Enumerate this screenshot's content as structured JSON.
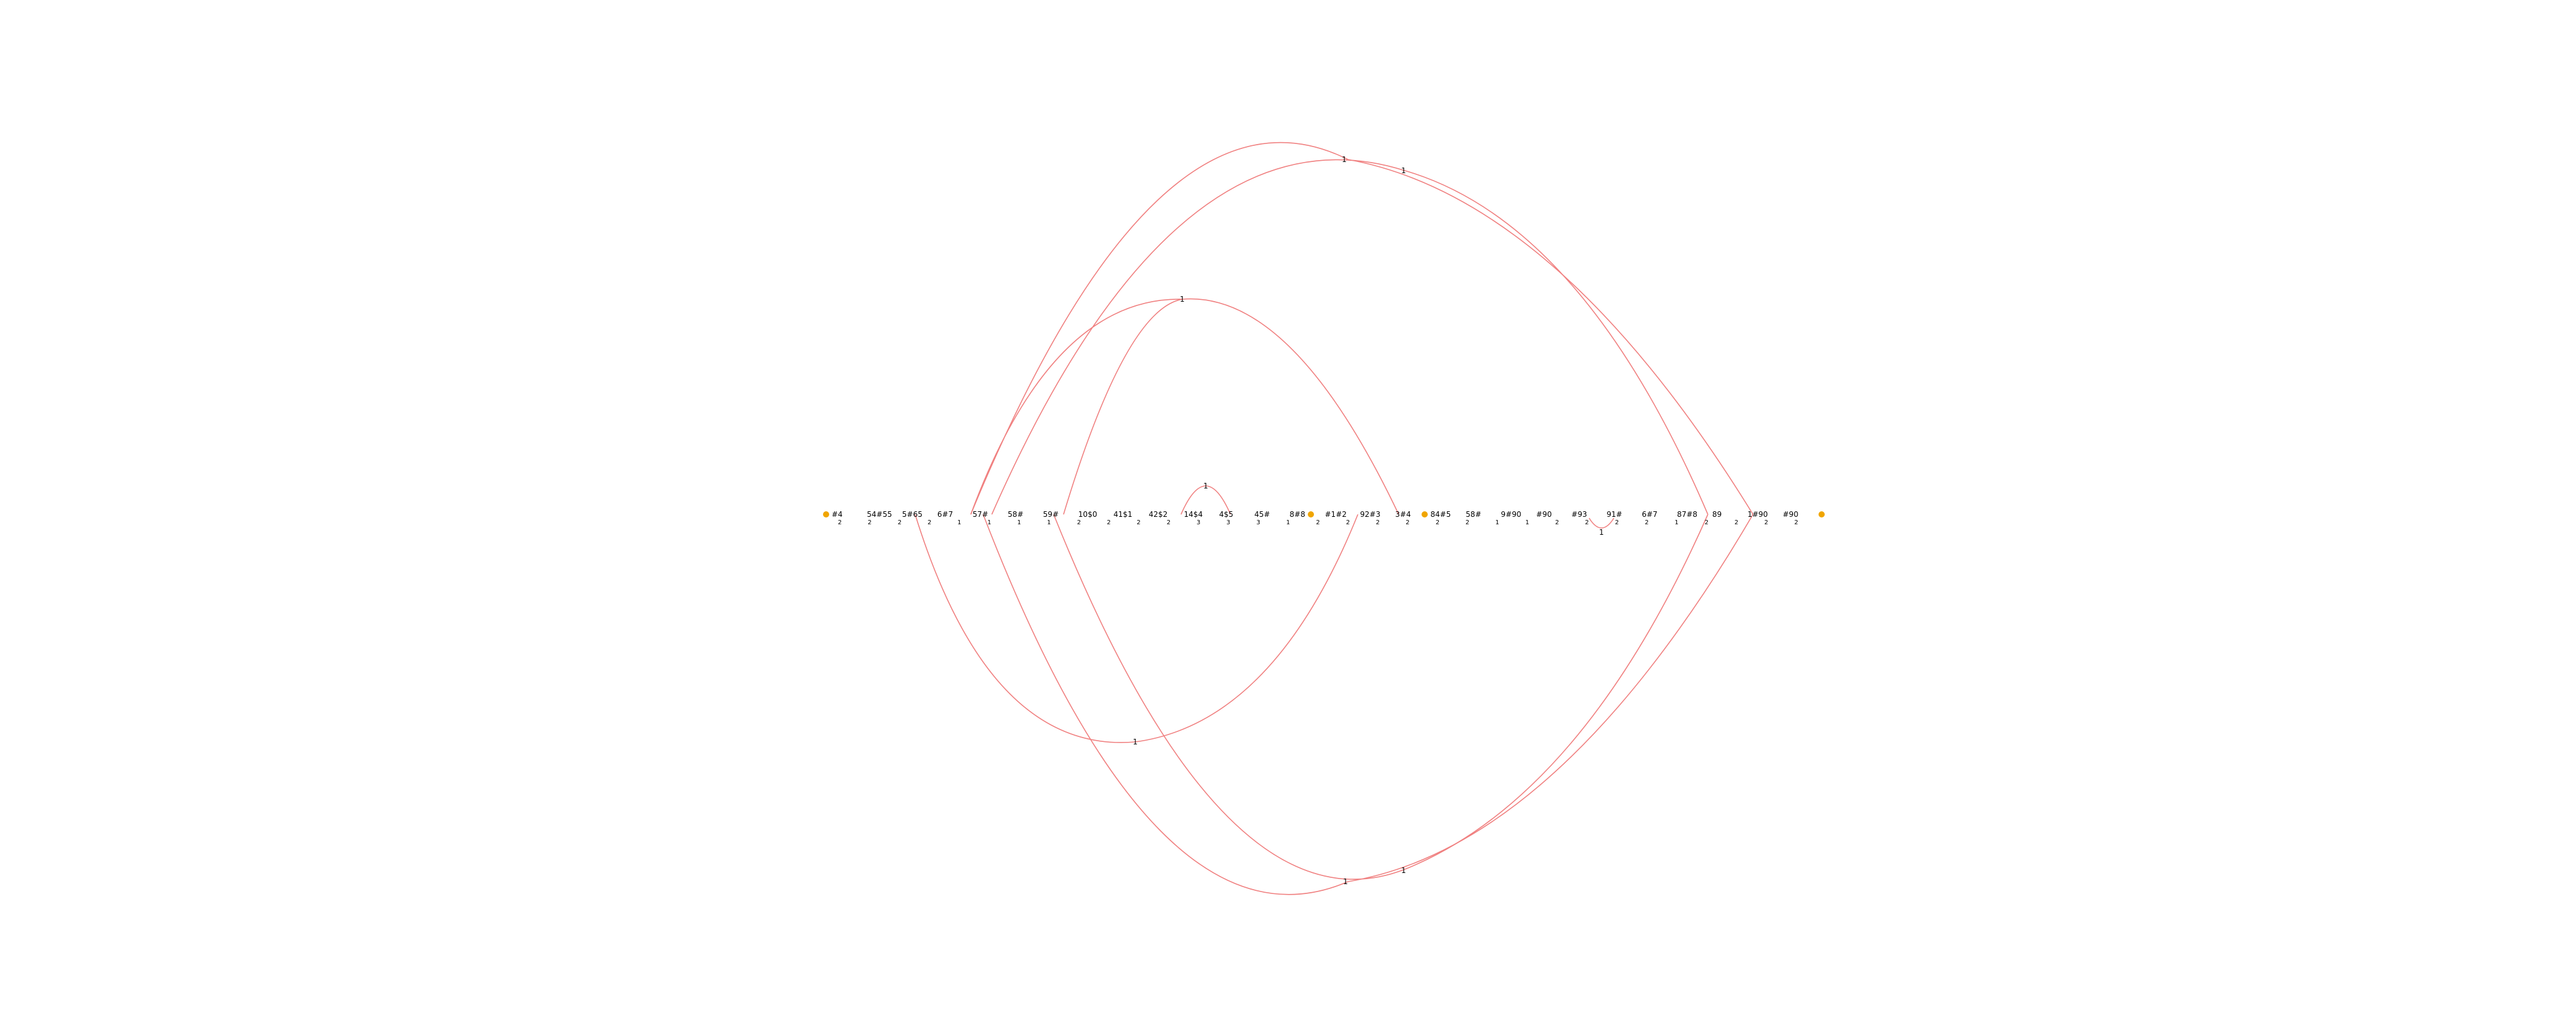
{
  "colors": {
    "background": "#ffffff",
    "arc": "#f08080",
    "terminal_node": "#f0a500",
    "text": "#000000"
  },
  "sequence": {
    "segments": [
      "#4",
      "54#55",
      "5#65",
      "6#7",
      "57#",
      "58#",
      "59#",
      "10$0",
      "41$1",
      "42$2",
      "14$4",
      "4$5",
      "45#",
      "8#8",
      "#1#2",
      "92#3",
      "3#4",
      "84#5",
      "58#",
      "9#90",
      "#90",
      "#93",
      "91#",
      "6#7",
      "87#8",
      "89",
      "1#90",
      "#90"
    ],
    "sublabels": [
      "2",
      "2",
      "2",
      "2",
      "1",
      "1",
      "1",
      "1",
      "2",
      "2",
      "2",
      "2",
      "3",
      "3",
      "3",
      "1",
      "2",
      "2",
      "2",
      "2",
      "2",
      "2",
      "1",
      "1",
      "2",
      "2",
      "2",
      "2",
      "1",
      "2",
      "2",
      "2",
      "2"
    ]
  },
  "arcs": [
    {
      "label": "1"
    },
    {
      "label": "1"
    },
    {
      "label": "1"
    },
    {
      "label": "1"
    },
    {
      "label": "1"
    },
    {
      "label": "1"
    },
    {
      "label": "1"
    },
    {
      "label": "1"
    }
  ],
  "nodes": [
    {
      "name": "start",
      "kind": "terminal"
    },
    {
      "name": "mid-left",
      "kind": "terminal"
    },
    {
      "name": "mid-right",
      "kind": "terminal"
    },
    {
      "name": "end",
      "kind": "terminal"
    }
  ]
}
